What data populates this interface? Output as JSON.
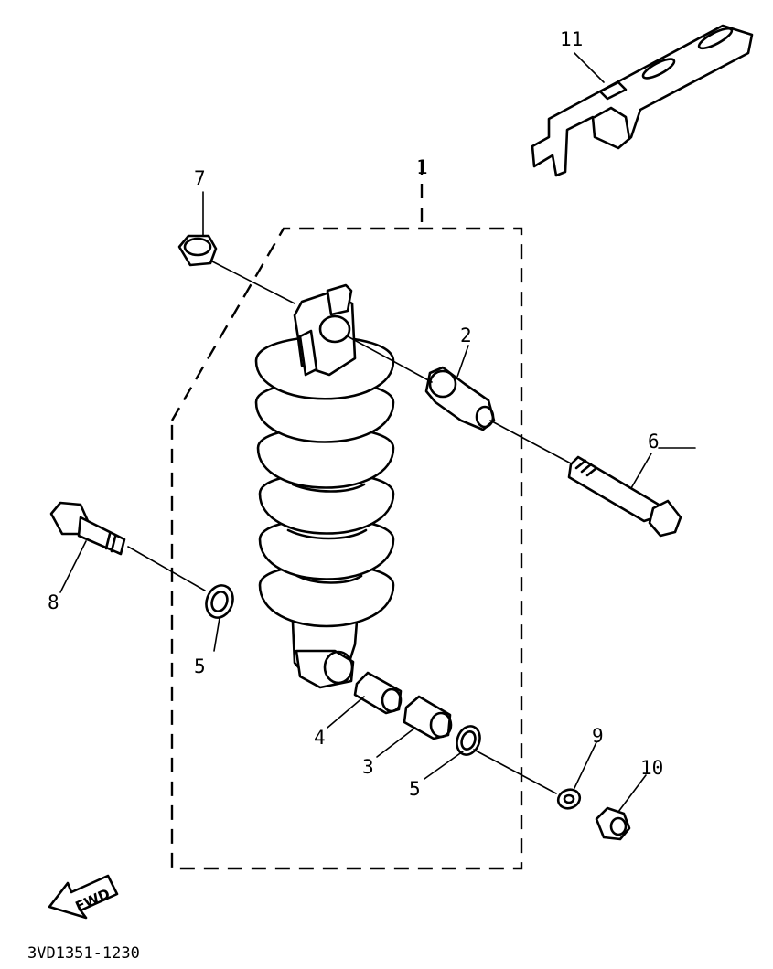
{
  "callouts": {
    "p1": "1",
    "p2": "2",
    "p3": "3",
    "p4": "4",
    "p5a": "5",
    "p5b": "5",
    "p6": "6",
    "p7": "7",
    "p8": "8",
    "p9": "9",
    "p10": "10",
    "p11": "11"
  },
  "direction_arrow": "FWD",
  "diagram_code": "3VD1351-1230",
  "colors": {
    "ink": "#000000",
    "paper": "#ffffff"
  }
}
